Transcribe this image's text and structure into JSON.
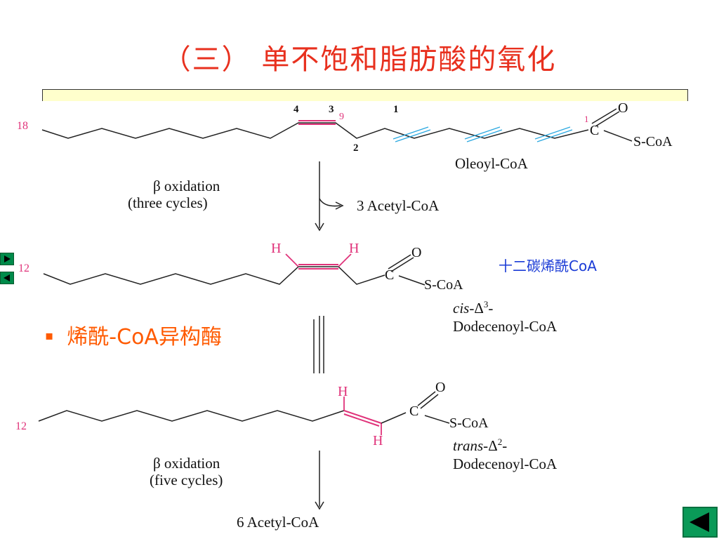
{
  "title": "（三） 单不饱和脂肪酸的氧化",
  "top_molecule": {
    "chain_start_number": "18",
    "carbon_labels": [
      "4",
      "3",
      "9",
      "2",
      "1"
    ],
    "carbonyl_number": "1",
    "name": "Oleoyl-CoA",
    "group": "S-CoA",
    "oxygen": "O",
    "carbon": "C"
  },
  "step1": {
    "label_line1": "β oxidation",
    "label_line2": "(three cycles)",
    "product": "3 Acetyl-CoA"
  },
  "middle_molecule": {
    "chain_start_number": "12",
    "h_left": "H",
    "h_right": "H",
    "group": "S-CoA",
    "oxygen": "O",
    "carbon": "C",
    "name_prefix": "cis-",
    "name_delta": "Δ",
    "name_sup": "3",
    "name_suffix": "-",
    "name_line2": "Dodecenoyl-CoA",
    "chinese_name": "十二碳烯酰CoA"
  },
  "enzyme": {
    "bullet": "▪",
    "label": "烯酰-CoA异构酶"
  },
  "bottom_molecule": {
    "chain_start_number": "12",
    "h_top": "H",
    "h_bottom": "H",
    "group": "S-CoA",
    "oxygen": "O",
    "carbon": "C",
    "name_prefix": "trans-",
    "name_delta": "Δ",
    "name_sup": "2",
    "name_suffix": "-",
    "name_line2": "Dodecenoyl-CoA"
  },
  "step2": {
    "label_line1": "β oxidation",
    "label_line2": "(five cycles)",
    "product": "6 Acetyl-CoA"
  },
  "nav": {
    "next_icon": "triangle-right",
    "prev_icon": "triangle-left",
    "back_icon": "triangle-left"
  },
  "colors": {
    "title": "#e8301e",
    "highlight": "#e0337a",
    "cleave_marks": "#2aa8e0",
    "chinese_label": "#1a3bd6",
    "enzyme_label": "#ff5a00",
    "banner": "#ffffcc",
    "nav_green": "#008a4a"
  }
}
